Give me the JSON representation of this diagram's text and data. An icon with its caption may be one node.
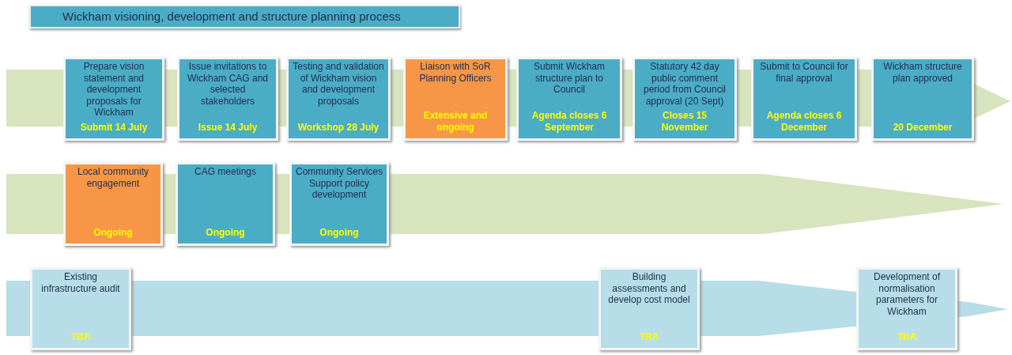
{
  "diagram": {
    "title": "Wickham visioning, development and structure planning process",
    "nodes": [
      {
        "text": [
          "Prepare vision statement and development proposals for Wickham",
          "Submit 14 July"
        ]
      },
      {
        "text": [
          "Issue invitations to Wickham CAG and selected stakeholders",
          "Issue 14 July"
        ]
      },
      {
        "text": [
          "Testing and validation of Wickham vision and development proposals",
          "Workshop 28 July"
        ]
      },
      {
        "text": [
          "Liaison with SoR Planning Officers",
          "Extensive and ongoing"
        ]
      },
      {
        "text": [
          "Submit Wickham structure plan to Council",
          "Agenda closes 6 September"
        ]
      },
      {
        "text": [
          "Statutory 42 day public comment period from Council approval (20 Sept)",
          "Closes 15 November"
        ]
      },
      {
        "text": [
          "Submit to Council for final approval",
          "Agenda closes 6 December"
        ]
      },
      {
        "text": [
          "Wickham structure plan approved",
          "20 December"
        ]
      },
      {
        "text": [
          "Local community engagement",
          "Ongoing"
        ]
      },
      {
        "text": [
          "CAG meetings",
          "Ongoing"
        ]
      },
      {
        "text": [
          "Community Services Support policy development",
          "Ongoing"
        ]
      },
      {
        "text": [
          "Existing infrastructure audit",
          "TBA"
        ]
      },
      {
        "text": [
          "Building assessments and develop cost model",
          "TBA"
        ]
      },
      {
        "text": [
          "Development of normalisation parameters for Wickham",
          "TBA"
        ]
      }
    ]
  }
}
